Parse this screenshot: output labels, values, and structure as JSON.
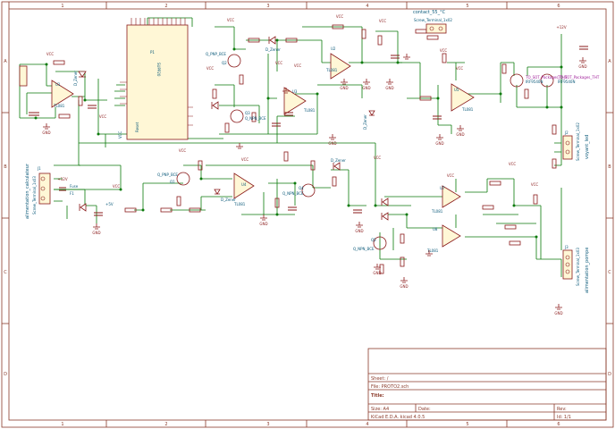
{
  "frame": {
    "col_labels": [
      "1",
      "2",
      "3",
      "4",
      "5",
      "6"
    ],
    "row_labels": [
      "A",
      "B",
      "C",
      "D"
    ]
  },
  "nets": {
    "vcc": "VCC",
    "gnd": "GND",
    "plus12": "+12V"
  },
  "components": {
    "u1": "U1",
    "u1_part": "TL081",
    "u2": "U2",
    "u2_part": "TL081",
    "u3": "U3",
    "u3_part": "TL081",
    "u4": "U4",
    "u4_part": "TL081",
    "u5": "U5",
    "u5_part": "TL081",
    "u6": "U6",
    "u6_part": "TL081",
    "u7": "U7",
    "u7_part": "TL081",
    "u8": "U8",
    "u8_part": "TL081",
    "p1": "P1",
    "p1_part": "SUPP20",
    "j1": "J1",
    "j1_part": "Screw_Terminal_1x03",
    "j1_caption": "alimentation_calculateur",
    "j2": "J2",
    "j2_part": "Screw_Terminal_1x02",
    "j2_caption": "voyant_led",
    "j3": "J3",
    "j3_part": "Screw_Terminal_1x03",
    "j3_caption": "alimentation_pompe",
    "j4_part": "Screw_Terminal_1x02",
    "contact_caption": "contact_55_°C",
    "q1": "Q1",
    "q1_part": "Q_PNP_BCE",
    "q2": "Q2",
    "q2_part": "Q_PNP_BCE",
    "q3": "Q3",
    "q3_part": "Q_NPN_BCE",
    "q4": "Q4",
    "q4_part": "Q_NPN_BCE",
    "q5": "Q5",
    "q5_part": "Q_NPN_BCE",
    "mos1_label": "TO_SOT_Packages_THT",
    "mos1_part": "IRF9540N",
    "mos2_label": "TO_SOT_Packages_THT",
    "mos2_part": "IRF9540N",
    "d_zener": "D_Zener",
    "fuse": "Fuse",
    "f1": "F1",
    "reset": "Reset",
    "vcc_pin": "VCC",
    "plus5v": "+5V"
  },
  "titleblock": {
    "sheet_label": "Sheet: /",
    "file_label": "File: PROTO2.sch",
    "title_label": "Title:",
    "size_label": "Size: A4",
    "date_label": "Date:",
    "rev_label": "Rev:",
    "kicad_label": "KiCad E.D.A.  kicad 4.0.5",
    "id_label": "Id: 1/1"
  }
}
